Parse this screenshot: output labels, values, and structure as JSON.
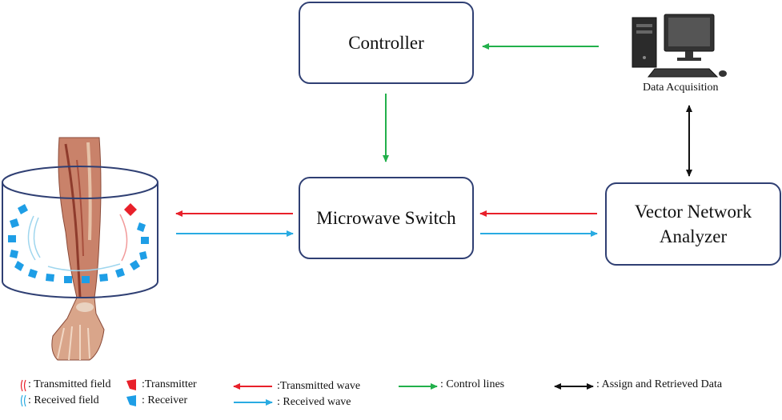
{
  "boxes": {
    "controller": "Controller",
    "switch": "Microwave Switch",
    "vna_line1": "Vector Network",
    "vna_line2": "Analyzer"
  },
  "computer_label": "Data Acquisition",
  "colors": {
    "box_border": "#2f3f73",
    "transmitted": "#e8202a",
    "received": "#29abe2",
    "control": "#22b04b",
    "data": "#111111",
    "transmitter": "#e8202a",
    "receiver": "#1e9ee6"
  },
  "legend": {
    "transmitted_field": ": Transmitted field",
    "received_field": ": Received field",
    "transmitter": ":Transmitter",
    "receiver": ": Receiver",
    "transmitted_wave": ":Transmitted wave",
    "received_wave": ": Received wave",
    "control_lines": ": Control lines",
    "assign_data": ": Assign and Retrieved Data"
  }
}
